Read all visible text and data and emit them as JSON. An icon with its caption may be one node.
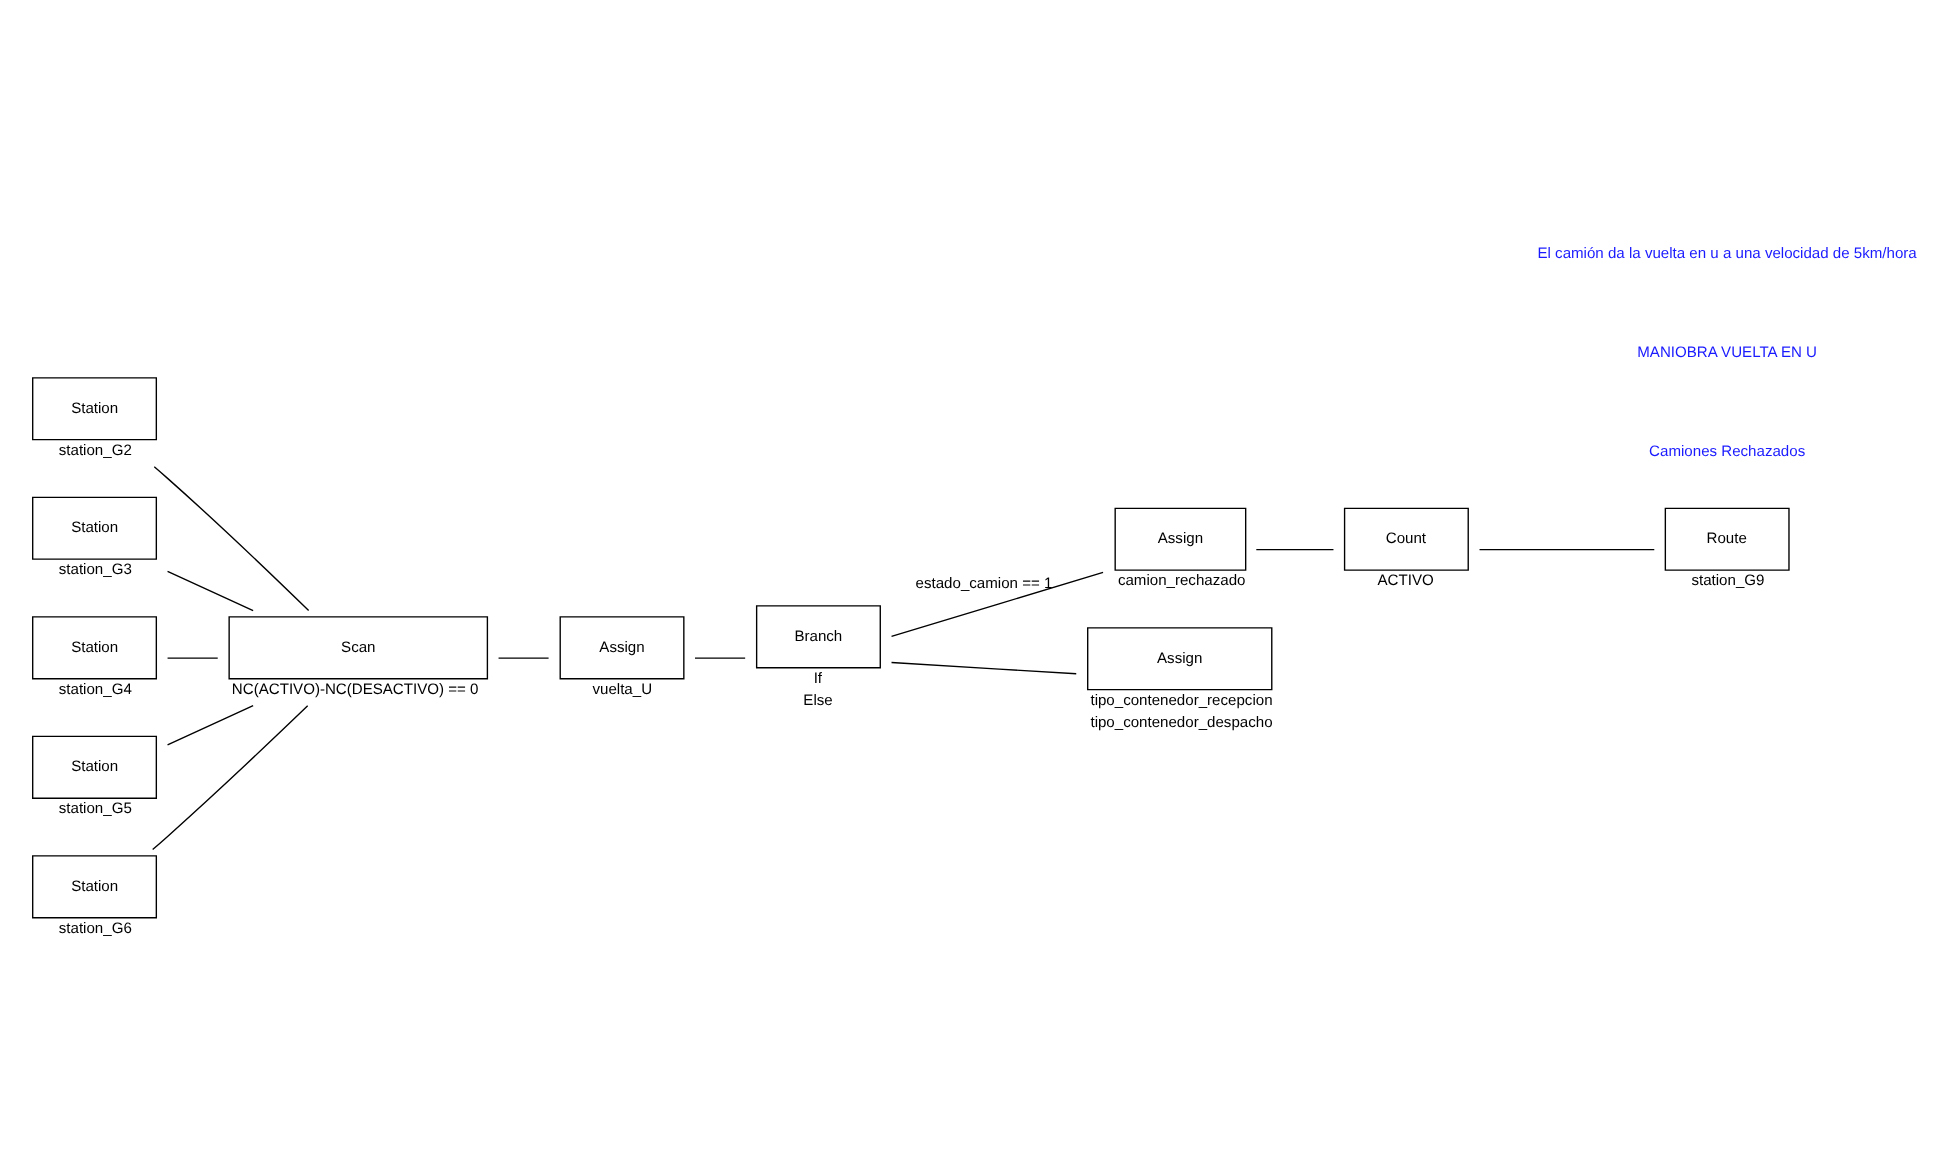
{
  "diagram": {
    "nodes": [
      {
        "text": [
          "Station"
        ],
        "beside": [
          "station_G2"
        ]
      },
      {
        "text": [
          "Station"
        ],
        "beside": [
          "station_G3"
        ]
      },
      {
        "text": [
          "Station"
        ],
        "beside": [
          "station_G4"
        ]
      },
      {
        "text": [
          "Station"
        ],
        "beside": [
          "station_G5"
        ]
      },
      {
        "text": [
          "Station"
        ],
        "beside": [
          "station_G6"
        ]
      },
      {
        "text": [
          "Scan"
        ],
        "beside": [
          "NC(ACTIVO)-NC(DESACTIVO) == 0"
        ]
      },
      {
        "text": [
          "Assign"
        ],
        "beside": [
          "vuelta_U"
        ]
      },
      {
        "text": [
          "Branch"
        ],
        "beside": [
          "If",
          "Else"
        ]
      },
      {
        "text": [
          "Assign"
        ],
        "beside": [
          "camion_rechazado"
        ]
      },
      {
        "text": [
          "Count"
        ],
        "beside": [
          "ACTIVO"
        ]
      },
      {
        "text": [
          "Route"
        ],
        "beside": [
          "station_G9"
        ]
      },
      {
        "text": [
          "Assign"
        ],
        "beside": [
          "tipo_contenedor_recepcion",
          "tipo_contenedor_despacho"
        ]
      }
    ],
    "edges": [
      {
        "from": 0,
        "to": 5,
        "arrow": "none"
      },
      {
        "from": 1,
        "to": 5,
        "arrow": "none"
      },
      {
        "from": 2,
        "to": 5,
        "arrow": "none"
      },
      {
        "from": 3,
        "to": 5,
        "arrow": "none"
      },
      {
        "from": 4,
        "to": 5,
        "arrow": "none"
      },
      {
        "from": 5,
        "to": 6,
        "arrow": "none"
      },
      {
        "from": 6,
        "to": 7,
        "arrow": "none"
      },
      {
        "from": 7,
        "to": 8,
        "arrow": "none",
        "label": "estado_camion == 1"
      },
      {
        "from": 7,
        "to": 11,
        "arrow": "none"
      },
      {
        "from": 8,
        "to": 9,
        "arrow": "none"
      },
      {
        "from": 9,
        "to": 10,
        "arrow": "none"
      }
    ],
    "labels": [
      "El camión da la vuelta en u a una velocidad de 5km/hora",
      "MANIOBRA VUELTA EN U",
      "Camiones Rechazados"
    ]
  }
}
